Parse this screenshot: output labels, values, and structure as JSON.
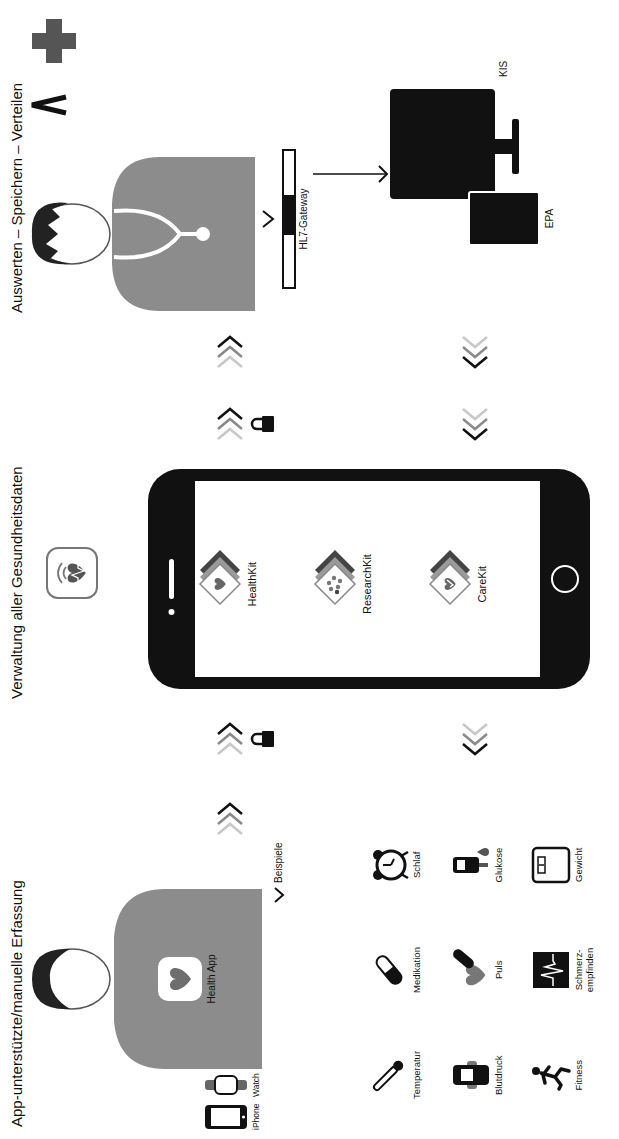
{
  "diagram": {
    "nodes": [
      {
        "text": [
          "Health App"
        ]
      },
      {
        "text": [
          "HL7-Gateway"
        ]
      },
      {
        "text": [
          "KIS"
        ]
      },
      {
        "text": [
          "EPA"
        ]
      }
    ],
    "edges": [
      {
        "from": 1,
        "to": 2,
        "arrow": "to"
      }
    ],
    "labels": [
      "App-unterstützte/manuelle Erfassung",
      "Verwaltung aller Gesundheitsdaten",
      "Auswerten – Speichern – Verteilen",
      "iPhone",
      "Watch",
      "Beispiele",
      "Temperatur",
      "Medikation",
      "Schlaf",
      "Blutdruck",
      "Puls",
      "Glukose",
      "Fitness",
      "Schmerz- empfinden",
      "Gewicht",
      "HealthKit",
      "ResearchKit",
      "CareKit"
    ]
  }
}
